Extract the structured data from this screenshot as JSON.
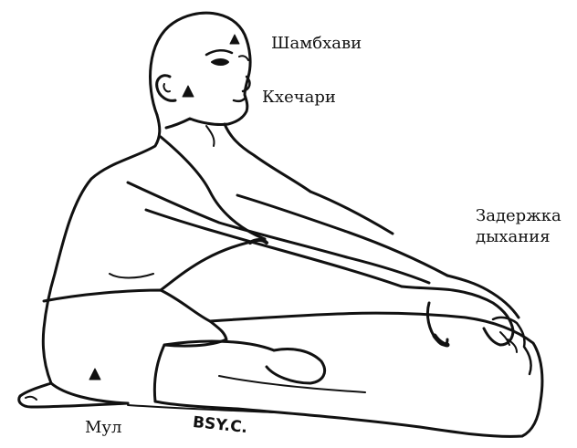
{
  "labels": {
    "shambhavi": "Шамбхави",
    "khechari": "Кхечари",
    "kumbhaka_line1": "Задержка",
    "kumbhaka_line2": "дыхания",
    "mul": "Мул"
  },
  "signature": "BSY.C.",
  "colors": {
    "ink": "#111111",
    "paper": "#ffffff"
  }
}
